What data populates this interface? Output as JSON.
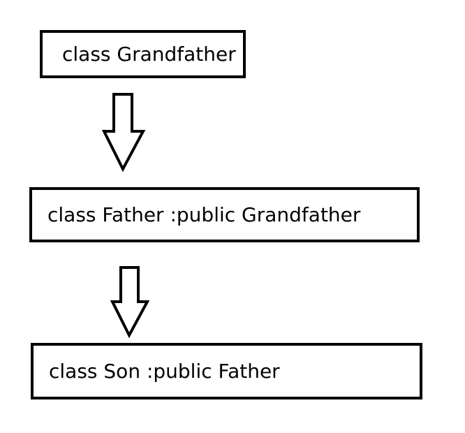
{
  "diagram": {
    "nodes": [
      {
        "id": "grandfather",
        "label": "class Grandfather"
      },
      {
        "id": "father",
        "label": "class Father :public Grandfather"
      },
      {
        "id": "son",
        "label": "class Son :public Father"
      }
    ],
    "edges": [
      {
        "from": "grandfather",
        "to": "father",
        "style": "hollow-block-arrow-down"
      },
      {
        "from": "father",
        "to": "son",
        "style": "hollow-block-arrow-down"
      }
    ],
    "colors": {
      "stroke": "#000000",
      "fill": "#ffffff",
      "background": "#ffffff"
    }
  }
}
